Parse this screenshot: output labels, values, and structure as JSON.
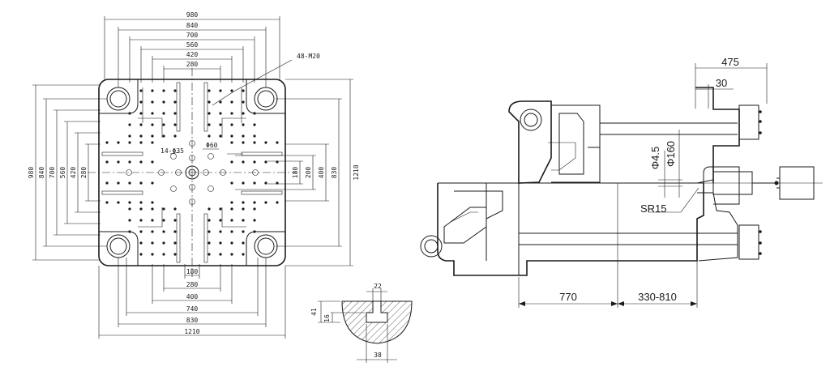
{
  "platen": {
    "top_dims": [
      "980",
      "840",
      "700",
      "560",
      "420",
      "280"
    ],
    "left_dims": [
      "980",
      "840",
      "700",
      "560",
      "420",
      "280"
    ],
    "right_dims": [
      "180",
      "200",
      "400",
      "830",
      "1210"
    ],
    "bottom_dims": [
      "180",
      "280",
      "400",
      "740",
      "830",
      "1210"
    ],
    "bolt_note": "48-M20",
    "hole_note": "14-Φ35",
    "center_note": "Φ60"
  },
  "tslot": {
    "top": "22",
    "left_outer": "41",
    "left_inner": "16",
    "bottom": "38"
  },
  "side": {
    "dim_475": "475",
    "dim_30": "30",
    "dim_phi45": "Φ4.5",
    "dim_phi160": "Φ160",
    "dim_sr15": "SR15",
    "dim_770": "770",
    "dim_330_810": "330-810"
  }
}
